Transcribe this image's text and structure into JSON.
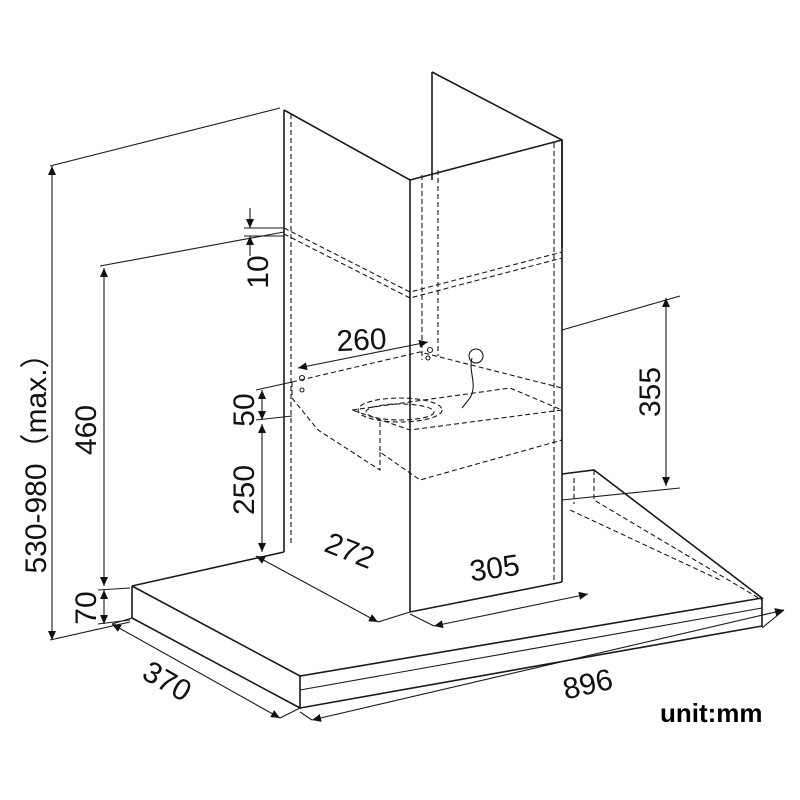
{
  "diagram": {
    "unit_label": "unit:mm",
    "dimensions": {
      "total_height": "530-980（max.）",
      "chimney_height": "460",
      "canopy_thickness": "70",
      "gap_top": "10",
      "bracket_offset": "50",
      "lower_height": "250",
      "bracket_width": "260",
      "right_height": "355",
      "chimney_depth": "272",
      "chimney_width": "305",
      "depth": "370",
      "width": "896"
    }
  }
}
